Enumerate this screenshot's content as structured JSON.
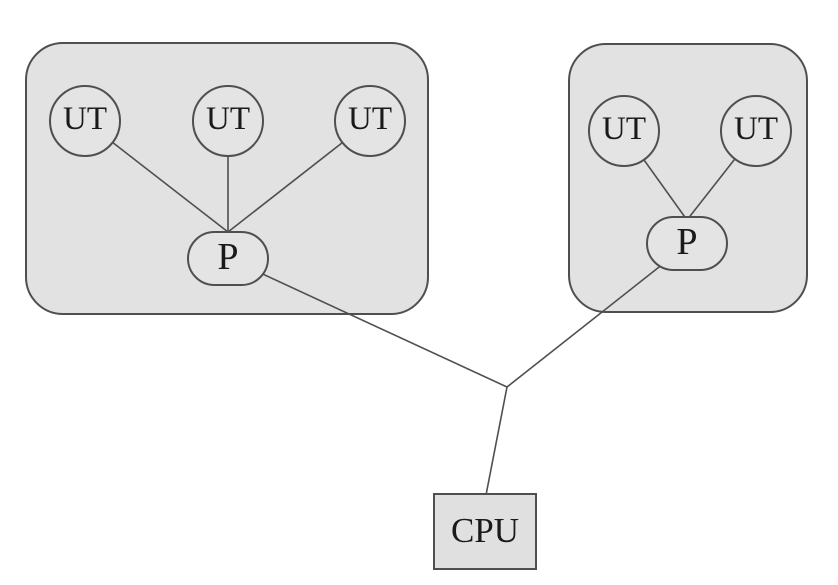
{
  "diagram": {
    "groups": [
      {
        "id": "cluster-left",
        "terminals": [
          {
            "id": "ut-1",
            "label": "UT"
          },
          {
            "id": "ut-2",
            "label": "UT"
          },
          {
            "id": "ut-3",
            "label": "UT"
          }
        ],
        "processor": {
          "id": "p-1",
          "label": "P"
        }
      },
      {
        "id": "cluster-right",
        "terminals": [
          {
            "id": "ut-4",
            "label": "UT"
          },
          {
            "id": "ut-5",
            "label": "UT"
          }
        ],
        "processor": {
          "id": "p-2",
          "label": "P"
        }
      }
    ],
    "cpu": {
      "id": "cpu",
      "label": "CPU"
    },
    "edges": [
      {
        "from": "ut-1",
        "to": "p-1"
      },
      {
        "from": "ut-2",
        "to": "p-1"
      },
      {
        "from": "ut-3",
        "to": "p-1"
      },
      {
        "from": "ut-4",
        "to": "p-2"
      },
      {
        "from": "ut-5",
        "to": "p-2"
      },
      {
        "from": "p-1",
        "to": "cpu"
      },
      {
        "from": "p-2",
        "to": "cpu"
      }
    ],
    "colors": {
      "background": "#ffffff",
      "box_fill": "#e2e2e2",
      "node_fill": "#e4e4e4",
      "stroke": "#4f4f4f",
      "text": "#1a1a1a"
    }
  }
}
